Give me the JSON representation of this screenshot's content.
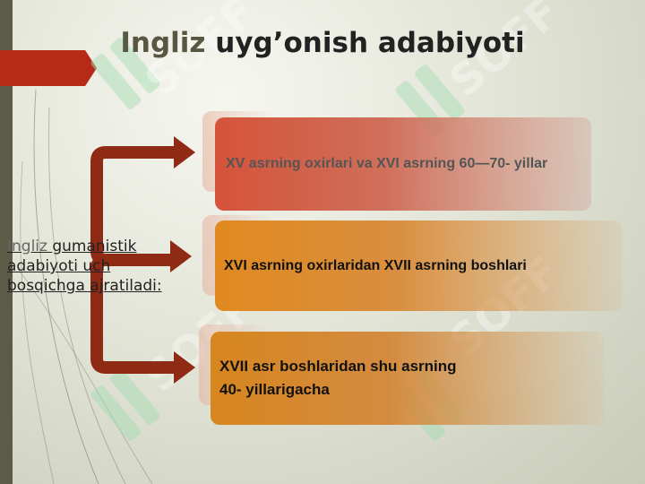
{
  "title": {
    "part1": "Ingliz",
    "part2": "uyg’onish adabiyoti"
  },
  "left_text": {
    "part1": "Ingliz",
    "part2": "gumanistik adabiyoti uch bosqichga ajratiladi:"
  },
  "stages": [
    {
      "text": "XV asrning oxirlari va XVI asrning 60—70- yillar"
    },
    {
      "text": "XVI asrning oxirlaridan XVII asrning boshlari"
    },
    {
      "text": "XVII asr boshlaridan shu asrning\n40- yillarigacha"
    }
  ],
  "watermark": "SOFF",
  "colors": {
    "accent_red": "#b52b17",
    "arrow": "#8f2a14",
    "stage1": "#d5533a",
    "stage2": "#e0891f",
    "stage3": "#d7861f",
    "watermark_green": "#a6dcb3"
  }
}
